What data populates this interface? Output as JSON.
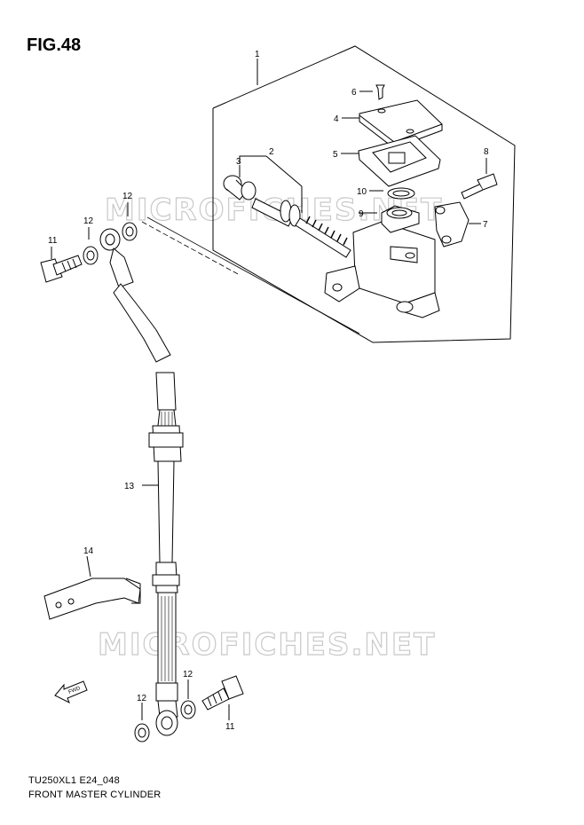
{
  "figure": {
    "title": "FIG.48",
    "model_code": "TU250XL1 E24_048",
    "name": "FRONT MASTER CYLINDER",
    "watermark": "MICROFICHES.NET",
    "fwd_label": "FWD"
  },
  "callouts": {
    "c1": "1",
    "c2": "2",
    "c3": "3",
    "c4": "4",
    "c5": "5",
    "c6": "6",
    "c7": "7",
    "c8": "8",
    "c9": "9",
    "c10": "10",
    "c11_top": "11",
    "c11_bottom": "11",
    "c12_top_a": "12",
    "c12_top_b": "12",
    "c12_bot_a": "12",
    "c12_bot_b": "12",
    "c13": "13",
    "c14": "14"
  }
}
